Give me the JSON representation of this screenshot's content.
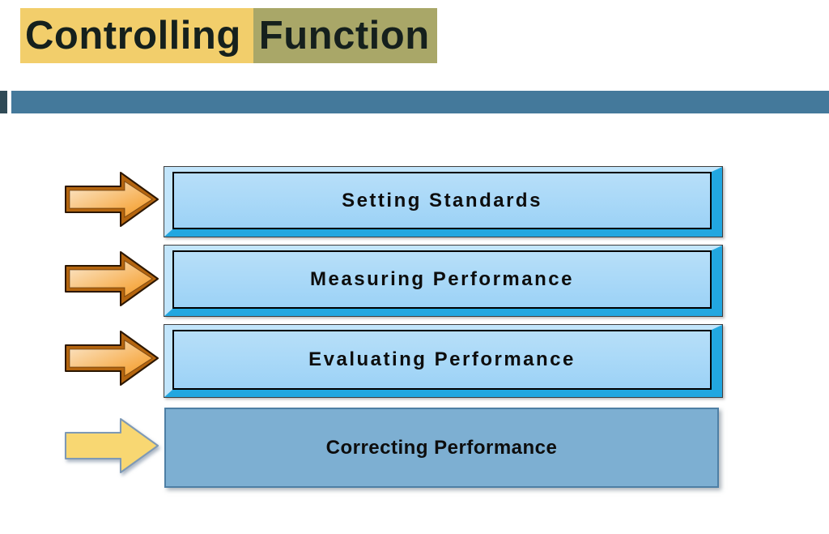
{
  "slide": {
    "title": {
      "part1": "Controlling",
      "part2": "Function"
    }
  },
  "steps": [
    {
      "label": "Setting Standards",
      "arrow_style": "orange-3d"
    },
    {
      "label": "Measuring Performance",
      "arrow_style": "orange-3d"
    },
    {
      "label": "Evaluating Performance",
      "arrow_style": "orange-3d"
    },
    {
      "label": "Correcting Performance",
      "arrow_style": "yellow-flat"
    }
  ],
  "icons": {
    "arrow": "right-arrow"
  },
  "colors": {
    "title_bg_1": "#F2CE6B",
    "title_bg_2": "#A9A768",
    "title_text": "#15201D",
    "bar_accent": "#2F4A56",
    "bar_main": "#44799B",
    "bevel_light": "#C2E5FB",
    "bevel_dark": "#22A7E0",
    "panel_fill_top": "#B7DFF9",
    "panel_fill_bottom": "#9CD2F6",
    "box4_fill": "#7DAFD2",
    "box4_border": "#4E7FA5",
    "arrow_rim": "#B4650F",
    "arrow_grad_start": "#FBE9CF",
    "arrow_grad_end": "#F5981F",
    "arrow4_fill": "#F8D772",
    "arrow4_border": "#7E99B5"
  }
}
